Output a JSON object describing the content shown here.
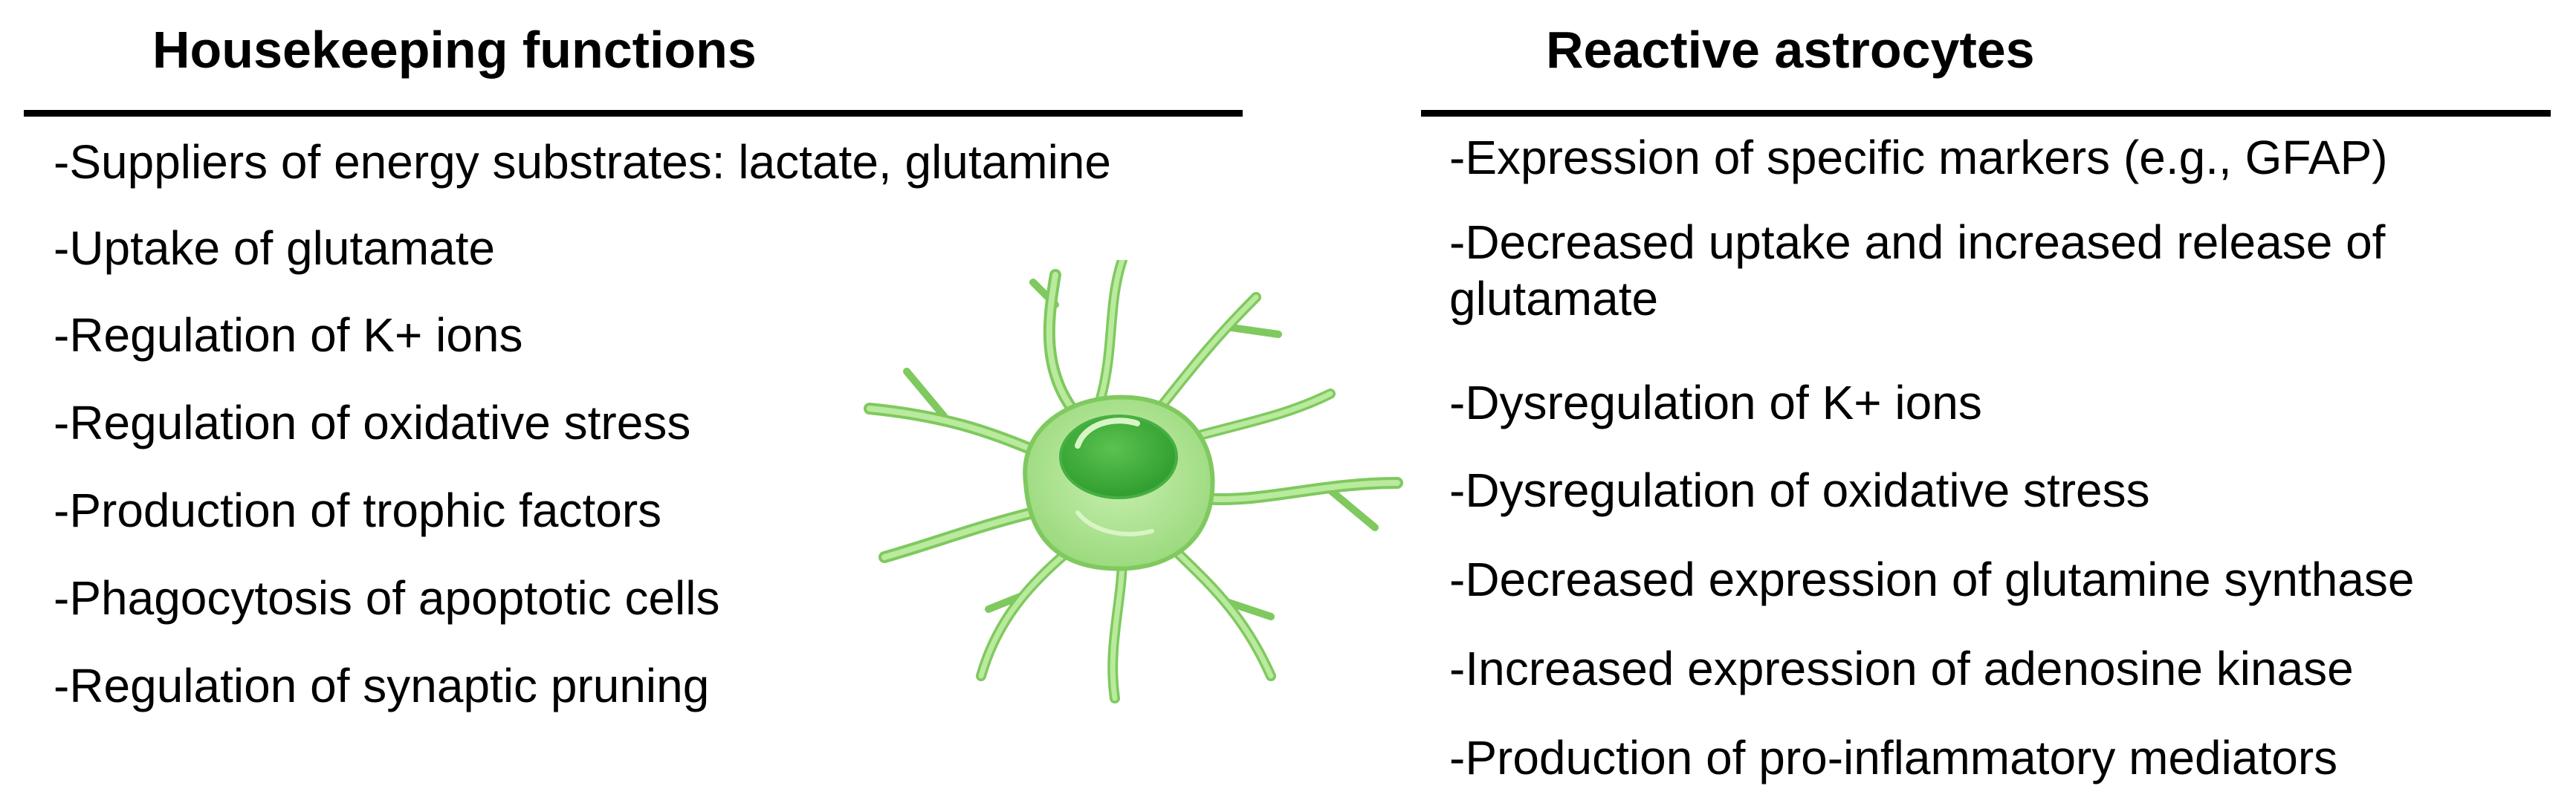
{
  "left": {
    "title": "Housekeeping functions",
    "items": [
      "-Suppliers of energy substrates: lactate, glutamine",
      "-Uptake of glutamate",
      "-Regulation of K+ ions",
      "-Regulation of oxidative stress",
      "-Production of trophic factors",
      "-Phagocytosis of apoptotic cells",
      "-Regulation of synaptic pruning"
    ]
  },
  "right": {
    "title": "Reactive astrocytes",
    "items": [
      "-Expression of specific markers (e.g., GFAP)",
      "-Decreased uptake and increased release of glutamate",
      "-Dysregulation of K+ ions",
      "-Dysregulation of oxidative stress",
      "-Decreased expression of glutamine synthase",
      "-Increased expression of adenosine kinase",
      "-Production of pro-inflammatory mediators"
    ]
  },
  "colors": {
    "astrocyte_body": "#a6e08a",
    "astrocyte_outline": "#7fc95f",
    "nucleus": "#3dad3a"
  }
}
